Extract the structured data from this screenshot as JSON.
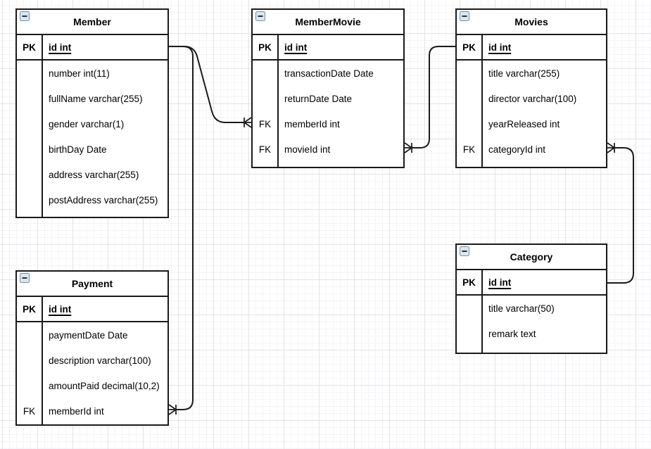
{
  "canvas": {
    "background": "#ffffff",
    "grid_major_color": "#e3e3e7",
    "grid_minor_color": "#f4f4f8",
    "stroke_color": "#1a1a1a",
    "collapse_icon_fill": "#dce6ef",
    "collapse_icon_border": "#7290a8"
  },
  "tables": [
    {
      "name": "Member",
      "rows": [
        {
          "key": "PK",
          "field": "id int"
        },
        {
          "key": "",
          "field": "number int(11)"
        },
        {
          "key": "",
          "field": "fullName varchar(255)"
        },
        {
          "key": "",
          "field": "gender varchar(1)"
        },
        {
          "key": "",
          "field": "birthDay Date"
        },
        {
          "key": "",
          "field": "address varchar(255)"
        },
        {
          "key": "",
          "field": "postAddress varchar(255)"
        }
      ]
    },
    {
      "name": "MemberMovie",
      "rows": [
        {
          "key": "PK",
          "field": "id int"
        },
        {
          "key": "",
          "field": "transactionDate Date"
        },
        {
          "key": "",
          "field": "returnDate Date"
        },
        {
          "key": "FK",
          "field": "memberId int"
        },
        {
          "key": "FK",
          "field": "movieId int"
        }
      ]
    },
    {
      "name": "Movies",
      "rows": [
        {
          "key": "PK",
          "field": "id int"
        },
        {
          "key": "",
          "field": "title varchar(255)"
        },
        {
          "key": "",
          "field": "director varchar(100)"
        },
        {
          "key": "",
          "field": "yearReleased int"
        },
        {
          "key": "FK",
          "field": "categoryId int"
        }
      ]
    },
    {
      "name": "Payment",
      "rows": [
        {
          "key": "PK",
          "field": "id int"
        },
        {
          "key": "",
          "field": "paymentDate Date"
        },
        {
          "key": "",
          "field": "description varchar(100)"
        },
        {
          "key": "",
          "field": "amountPaid decimal(10,2)"
        },
        {
          "key": "FK",
          "field": "memberId int"
        }
      ]
    },
    {
      "name": "Category",
      "rows": [
        {
          "key": "PK",
          "field": "id int"
        },
        {
          "key": "",
          "field": "title varchar(50)"
        },
        {
          "key": "",
          "field": "remark text"
        }
      ]
    }
  ],
  "relations": [
    {
      "from": "Member.id",
      "to": "MemberMovie.memberId",
      "cardinality": "one-to-many"
    },
    {
      "from": "Movies.id",
      "to": "MemberMovie.movieId",
      "cardinality": "one-to-many"
    },
    {
      "from": "Category.id",
      "to": "Movies.categoryId",
      "cardinality": "one-to-many"
    },
    {
      "from": "Member.id",
      "to": "Payment.memberId",
      "cardinality": "one-to-many"
    }
  ]
}
